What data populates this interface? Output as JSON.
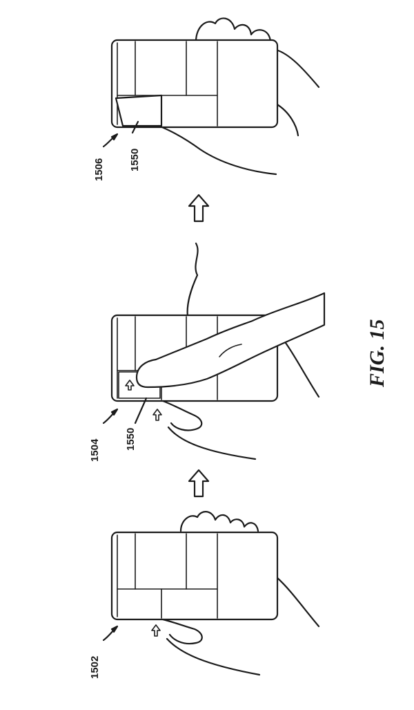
{
  "figure": {
    "caption": "FIG. 15",
    "panels": [
      {
        "ref": "1502"
      },
      {
        "ref": "1504",
        "item_ref": "1550"
      },
      {
        "ref": "1506",
        "item_ref": "1550"
      }
    ]
  }
}
